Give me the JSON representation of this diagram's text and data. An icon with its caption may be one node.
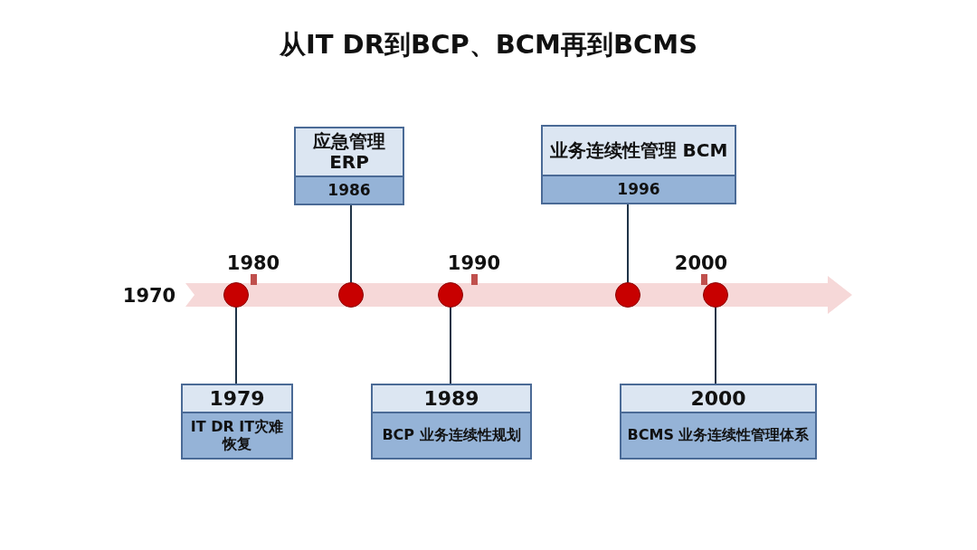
{
  "diagram": {
    "title": "从IT DR到BCP、BCM再到BCMS",
    "nodes": [
      {
        "text": [
          "应急管理 ERP",
          "1986"
        ]
      },
      {
        "text": [
          "业务连续性管理 BCM",
          "1996"
        ]
      },
      {
        "text": [],
        "shape": "circle"
      },
      {
        "text": [],
        "shape": "circle"
      },
      {
        "text": [],
        "shape": "circle"
      },
      {
        "text": [],
        "shape": "circle"
      },
      {
        "text": [],
        "shape": "circle"
      },
      {
        "text": [
          "1979",
          "IT DR IT灾难恢复"
        ]
      },
      {
        "text": [
          "1989",
          "BCP 业务连续性规划"
        ]
      },
      {
        "text": [
          "2000",
          "BCMS 业务连续性管理体系"
        ]
      }
    ],
    "edges": [
      {
        "from": 0,
        "to": 3,
        "arrow": "none"
      },
      {
        "from": 1,
        "to": 5,
        "arrow": "none"
      },
      {
        "from": 7,
        "to": 2,
        "arrow": "none"
      },
      {
        "from": 8,
        "to": 4,
        "arrow": "none"
      },
      {
        "from": 9,
        "to": 6,
        "arrow": "none"
      }
    ],
    "labels": [
      "1980",
      "1990",
      "2000",
      "1970"
    ]
  }
}
